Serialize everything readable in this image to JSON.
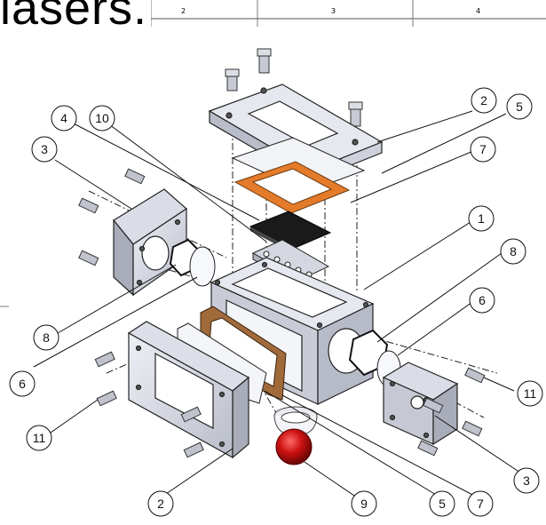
{
  "slide": {
    "heading": "lasers.",
    "ruler_numbers": [
      "2",
      "3",
      "4"
    ]
  },
  "colors": {
    "metal_light": "#e3e6ee",
    "metal_mid": "#c3c7d3",
    "metal_dark": "#9a9fae",
    "gasket_orange": "#e37b2a",
    "gasket_brown": "#a06a3a",
    "ball_red": "#cc1111",
    "line": "#1a1a1a"
  },
  "callouts": [
    {
      "id": "c2-top",
      "label": "2"
    },
    {
      "id": "c5-top",
      "label": "5"
    },
    {
      "id": "c4",
      "label": "4"
    },
    {
      "id": "c10",
      "label": "10"
    },
    {
      "id": "c3-left",
      "label": "3"
    },
    {
      "id": "c7-top",
      "label": "7"
    },
    {
      "id": "c1",
      "label": "1"
    },
    {
      "id": "c8-right",
      "label": "8"
    },
    {
      "id": "c6-right",
      "label": "6"
    },
    {
      "id": "c8-left",
      "label": "8"
    },
    {
      "id": "c6-left",
      "label": "6"
    },
    {
      "id": "c11-right",
      "label": "11"
    },
    {
      "id": "c11-left",
      "label": "11"
    },
    {
      "id": "c3-right",
      "label": "3"
    },
    {
      "id": "c2-bottom",
      "label": "2"
    },
    {
      "id": "c9",
      "label": "9"
    },
    {
      "id": "c5-bottom",
      "label": "5"
    },
    {
      "id": "c7-bottom",
      "label": "7"
    }
  ]
}
